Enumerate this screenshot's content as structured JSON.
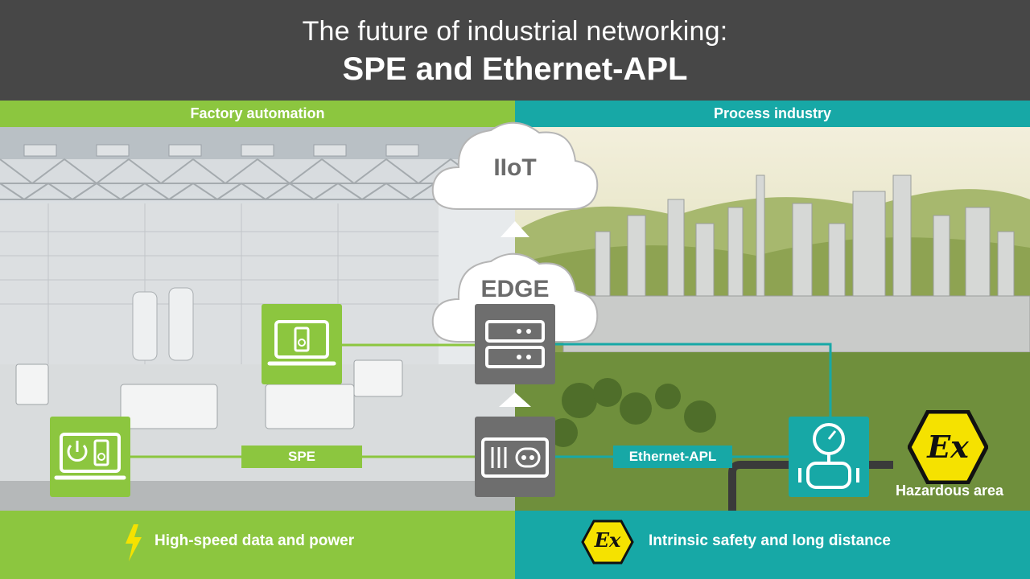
{
  "header": {
    "line1": "The future of industrial networking:",
    "line2": "SPE and Ethernet-APL"
  },
  "left_section": {
    "label": "Factory automation",
    "footer": "High-speed data and power",
    "footer_icon": "lightning-icon",
    "link_label": "SPE",
    "color": "#8cc63f"
  },
  "right_section": {
    "label": "Process industry",
    "footer": "Intrinsic safety and long distance",
    "footer_icon": "ex-hazard-icon",
    "link_label": "Ethernet-APL",
    "hazard_label": "Hazardous area",
    "color": "#17a8a6"
  },
  "clouds": {
    "iiot": "IIoT",
    "edge": "EDGE"
  },
  "devices": {
    "server_color": "#6e6e6e",
    "ex_symbol": "Ex"
  }
}
